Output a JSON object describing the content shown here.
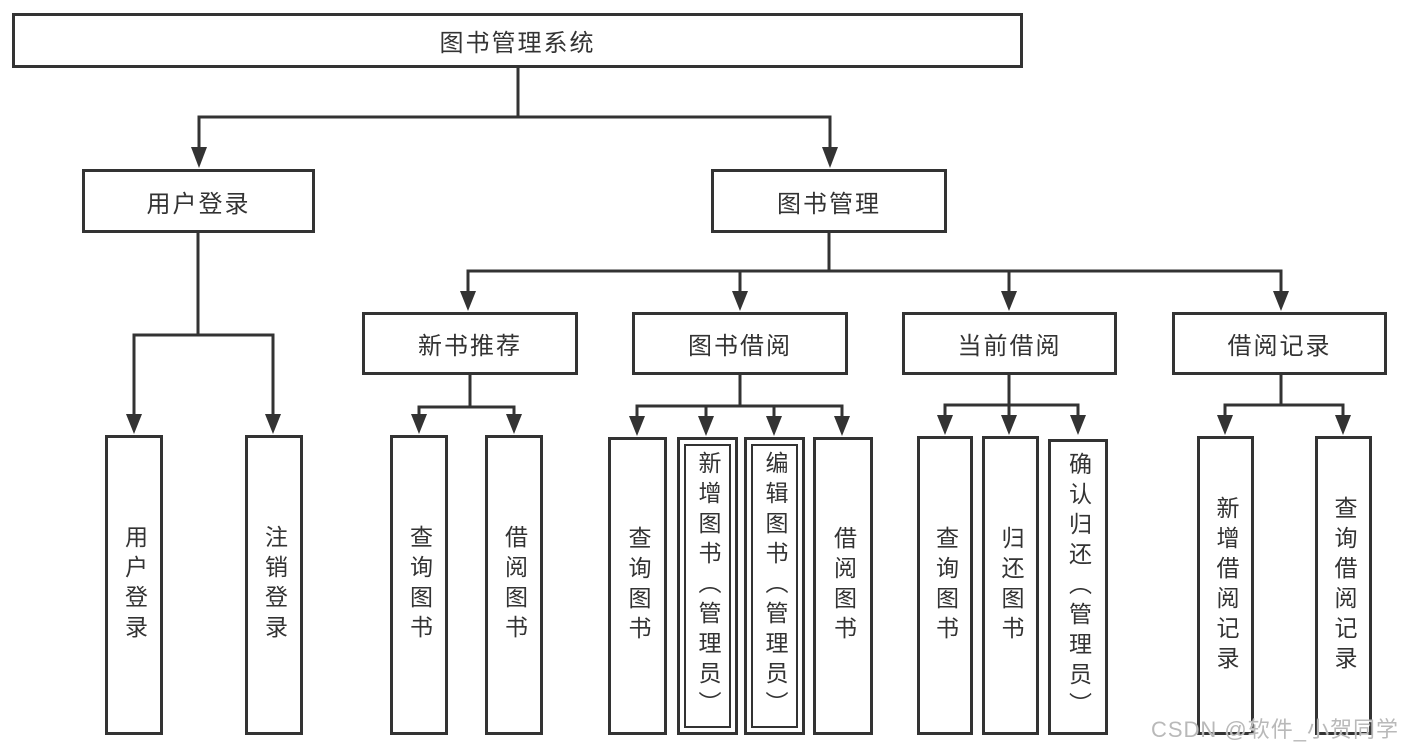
{
  "diagram": {
    "watermark": "CSDN @软件_小贺同学",
    "colors": {
      "line": "#333333",
      "box_border": "#333333",
      "text": "#333333",
      "background": "#ffffff",
      "watermark": "#b9b9b9"
    },
    "tree": {
      "label": "图书管理系统",
      "children": [
        {
          "label": "用户登录",
          "children": [
            {
              "label": "用户登录"
            },
            {
              "label": "注销登录"
            }
          ]
        },
        {
          "label": "图书管理",
          "children": [
            {
              "label": "新书推荐",
              "children": [
                {
                  "label": "查询图书"
                },
                {
                  "label": "借阅图书"
                }
              ]
            },
            {
              "label": "图书借阅",
              "children": [
                {
                  "label": "查询图书"
                },
                {
                  "label": "新增图书（管理员）"
                },
                {
                  "label": "编辑图书（管理员）"
                },
                {
                  "label": "借阅图书"
                }
              ]
            },
            {
              "label": "当前借阅",
              "children": [
                {
                  "label": "查询图书"
                },
                {
                  "label": "归还图书"
                },
                {
                  "label": "确认归还（管理员）"
                }
              ]
            },
            {
              "label": "借阅记录",
              "children": [
                {
                  "label": "新增借阅记录"
                },
                {
                  "label": "查询借阅记录"
                }
              ]
            }
          ]
        }
      ]
    }
  }
}
